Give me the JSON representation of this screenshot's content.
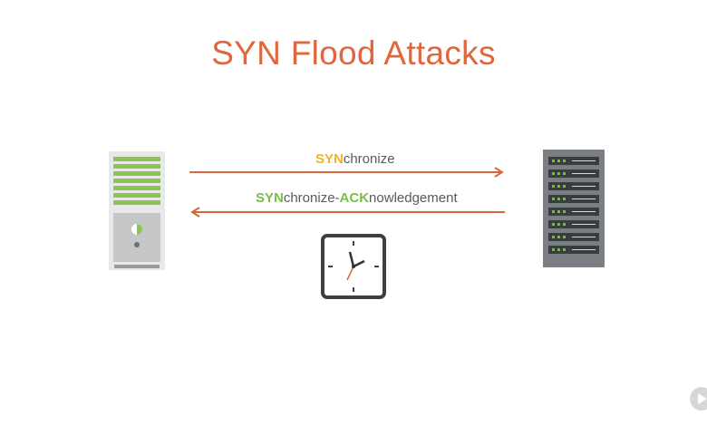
{
  "title": "SYN Flood Attacks",
  "syn_label": {
    "highlight": "SYN",
    "rest": "chronize"
  },
  "synack_label": {
    "part1_highlight": "SYN",
    "part1_rest": "chronize-",
    "part2_highlight": "ACK",
    "part2_rest": "nowledgement"
  },
  "colors": {
    "title": "#e0663e",
    "arrow": "#d9663f",
    "syn_highlight": "#efb428",
    "ack_highlight": "#77c043",
    "client_stripes": "#8cc652",
    "server_leds": "#7ab648",
    "text": "#555b61"
  },
  "icons": {
    "client": "client-computer-icon",
    "server": "server-rack-icon",
    "clock": "clock-icon",
    "brand": "play-logo-icon"
  }
}
